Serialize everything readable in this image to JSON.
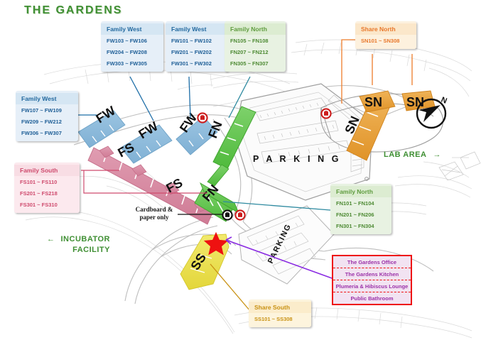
{
  "page": {
    "title": "THE GARDENS",
    "title_color": "#3f8f33",
    "background": "#ffffff"
  },
  "map": {
    "parking_label_main": "P A R K I N G",
    "parking_label_second": "PARKING",
    "compass_label": "N",
    "star_marker": "red-star",
    "building_letters": {
      "family_west": "FW",
      "family_south": "FS",
      "family_north": "FN",
      "share_north": "SN",
      "share_south": "SS"
    },
    "colors": {
      "family_west": "#8ab8dc",
      "family_south": "#d98ca4",
      "family_north": "#63c54f",
      "share_north": "#e8a33d",
      "share_south": "#ece04a",
      "roads": "#b9b9b9",
      "star": "#ee1111",
      "trash_red": "#cc1c1c",
      "trash_black": "#111111"
    }
  },
  "callouts": {
    "family_west_left": {
      "header": "Family West",
      "rows": [
        "FW107 ~ FW109",
        "FW209 ~ FW212",
        "FW306 ~ FW307"
      ],
      "accent": "#23699f"
    },
    "family_west_mid": {
      "header": "Family West",
      "rows": [
        "FW103 ~ FW106",
        "FW204 ~ FW208",
        "FW303 ~ FW305"
      ],
      "accent": "#23699f"
    },
    "family_west_right": {
      "header": "Family West",
      "rows": [
        "FW101 ~ FW102",
        "FW201 ~ FW202",
        "FW301 ~ FW302"
      ],
      "accent": "#23699f"
    },
    "family_north_top": {
      "header": "Family North",
      "rows": [
        "FN105 ~ FN108",
        "FN207 ~ FN212",
        "FN305 ~ FN307"
      ],
      "accent": "#5f9c3f"
    },
    "family_north_bottom": {
      "header": "Family North",
      "rows": [
        "FN101 ~ FN104",
        "FN201 ~ FN206",
        "FN301 ~ FN304"
      ],
      "accent": "#5f9c3f"
    },
    "share_north": {
      "header": "Share North",
      "rows": [
        "SN101 ~ SN308"
      ],
      "accent": "#e8772a"
    },
    "family_south": {
      "header": "Family South",
      "rows": [
        "FS101 ~ FS110",
        "FS201 ~ FS218",
        "FS301 ~ FS310"
      ],
      "accent": "#cf4b6e"
    },
    "share_south": {
      "header": "Share South",
      "rows": [
        "SS101 ~ SS308"
      ],
      "accent": "#c99214"
    }
  },
  "amenities": {
    "border_color": "#ee1111",
    "rows": [
      "The Gardens Office",
      "The Gardens Kitchen",
      "Plumeria & Hibiscus Lounge",
      "Public Bathroom"
    ]
  },
  "annotations": {
    "lab_area": "LAB AREA",
    "lab_area_arrow": "→",
    "incubator": "INCUBATOR",
    "incubator_line2": "FACILITY",
    "incubator_arrow": "←",
    "cardboard_line1": "Cardboard &",
    "cardboard_line2": "paper only"
  }
}
